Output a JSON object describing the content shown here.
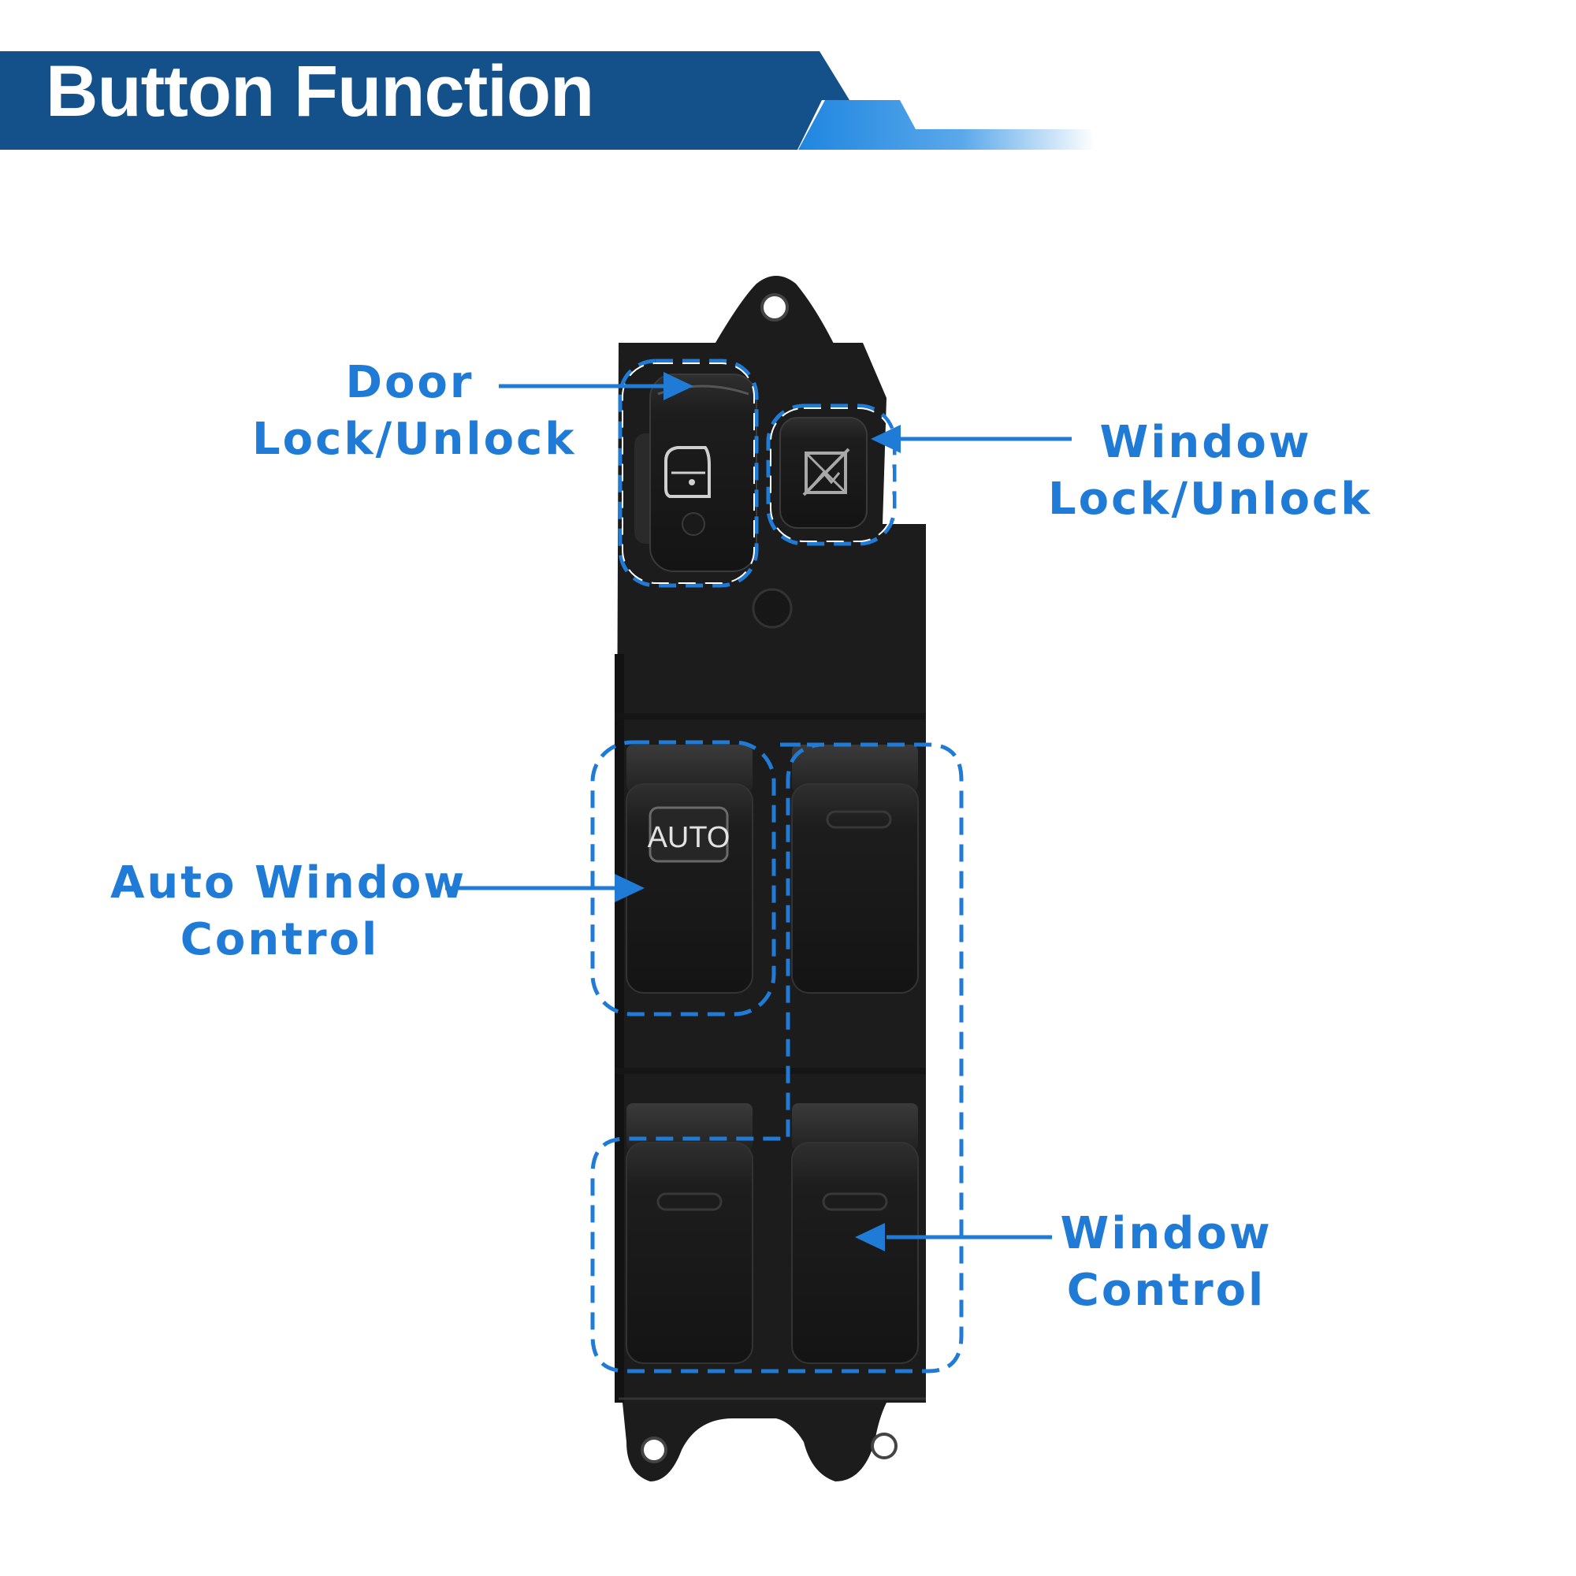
{
  "header": {
    "title": "Button Function",
    "colors": {
      "dark_blue": "#14508a",
      "accent_blue": "#1f86e0"
    }
  },
  "product": {
    "name_icon": "car-window-switch-panel",
    "auto_button_text": "AUTO",
    "door_icon": "door-lock-icon",
    "window_lock_icon": "window-lock-icon"
  },
  "callouts": {
    "door_lock": {
      "line1": "Door",
      "line2": "Lock/Unlock"
    },
    "window_lock": {
      "line1": "Window",
      "line2": "Lock/Unlock"
    },
    "auto_window": {
      "line1": "Auto Window",
      "line2": "Control"
    },
    "window_control": {
      "line1": "Window",
      "line2": "Control"
    }
  },
  "colors": {
    "callout_blue": "#1f7bd6",
    "switch_black": "#1c1c1c"
  }
}
